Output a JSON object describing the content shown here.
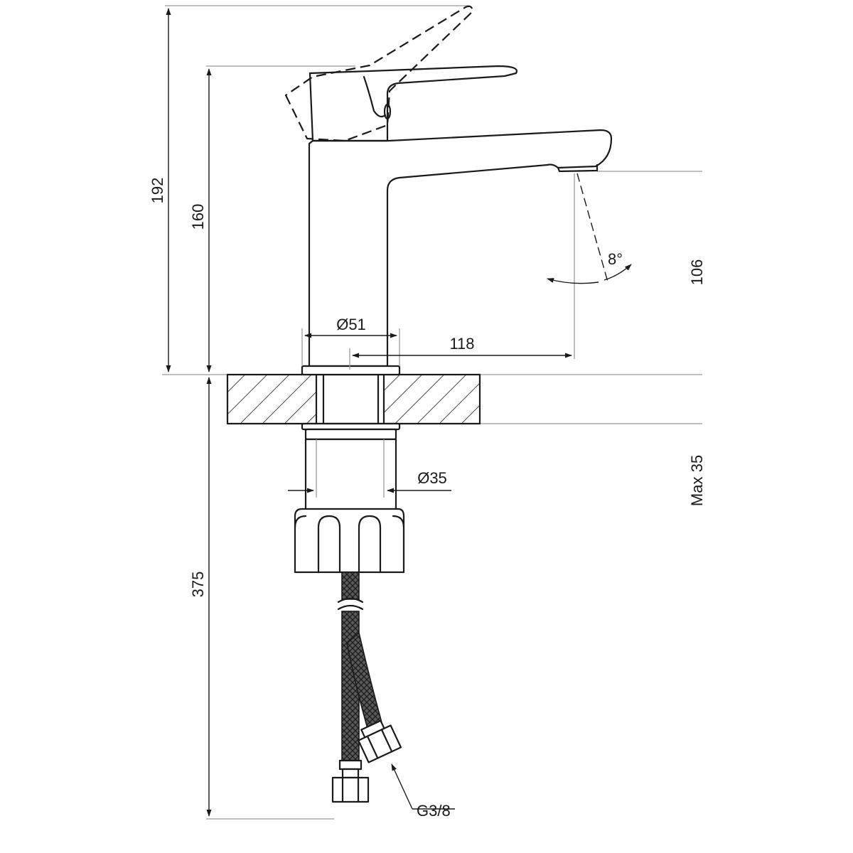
{
  "dimensions": {
    "total_height": "192",
    "spout_height": "160",
    "outlet_height": "106",
    "body_diameter": "Ø51",
    "spout_reach": "118",
    "jet_angle": "8°",
    "shank_diameter": "Ø35",
    "max_deck_thickness": "Max 35",
    "hose_length": "375",
    "hose_connection": "G3/8"
  },
  "colors": {
    "line": "#1a1a1a",
    "dimension_line": "#9a9a9a",
    "hose": "#4a4a4a",
    "background": "#ffffff"
  }
}
